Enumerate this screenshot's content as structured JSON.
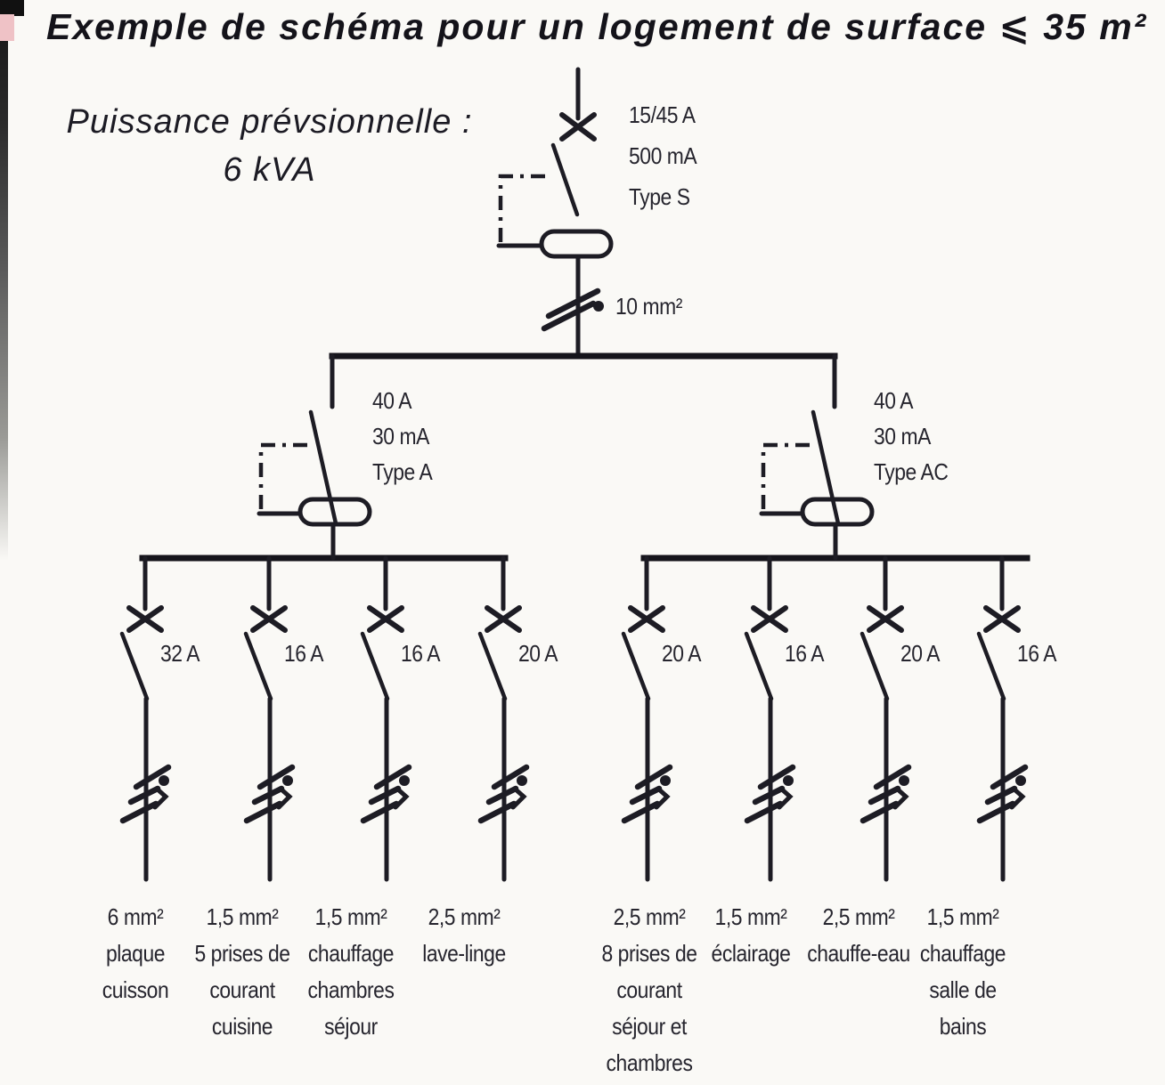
{
  "page": {
    "title": "Exemple de schéma pour un logement de surface ⩽ 35 m²",
    "subtitle_line1": "Puissance prévsionnelle :",
    "subtitle_line2": "6 kVA"
  },
  "main_breaker": {
    "rating": "15/45 A",
    "sensitivity": "500 mA",
    "type": "Type S",
    "feeder_wire": "10 mm²"
  },
  "rcds": [
    {
      "rating": "40 A",
      "sensitivity": "30 mA",
      "type": "Type A"
    },
    {
      "rating": "40 A",
      "sensitivity": "30 mA",
      "type": "Type AC"
    }
  ],
  "circuits": [
    {
      "breaker": "32 A",
      "wire": "6 mm²",
      "label_lines": [
        "plaque",
        "cuisson"
      ]
    },
    {
      "breaker": "16 A",
      "wire": "1,5 mm²",
      "label_lines": [
        "5 prises de",
        "courant",
        "cuisine"
      ]
    },
    {
      "breaker": "16 A",
      "wire": "1,5 mm²",
      "label_lines": [
        "chauffage",
        "chambres",
        "séjour"
      ]
    },
    {
      "breaker": "20 A",
      "wire": "2,5 mm²",
      "label_lines": [
        "lave-linge"
      ]
    },
    {
      "breaker": "20 A",
      "wire": "2,5 mm²",
      "label_lines": [
        "8 prises de",
        "courant",
        "séjour et",
        "chambres"
      ]
    },
    {
      "breaker": "16 A",
      "wire": "1,5 mm²",
      "label_lines": [
        "éclairage"
      ]
    },
    {
      "breaker": "20 A",
      "wire": "2,5 mm²",
      "label_lines": [
        "chauffe-eau"
      ]
    },
    {
      "breaker": "16 A",
      "wire": "1,5 mm²",
      "label_lines": [
        "chauffage",
        "salle de",
        "bains"
      ]
    }
  ],
  "colors": {
    "ink": "#1d1c24",
    "paper": "#faf9f6"
  }
}
